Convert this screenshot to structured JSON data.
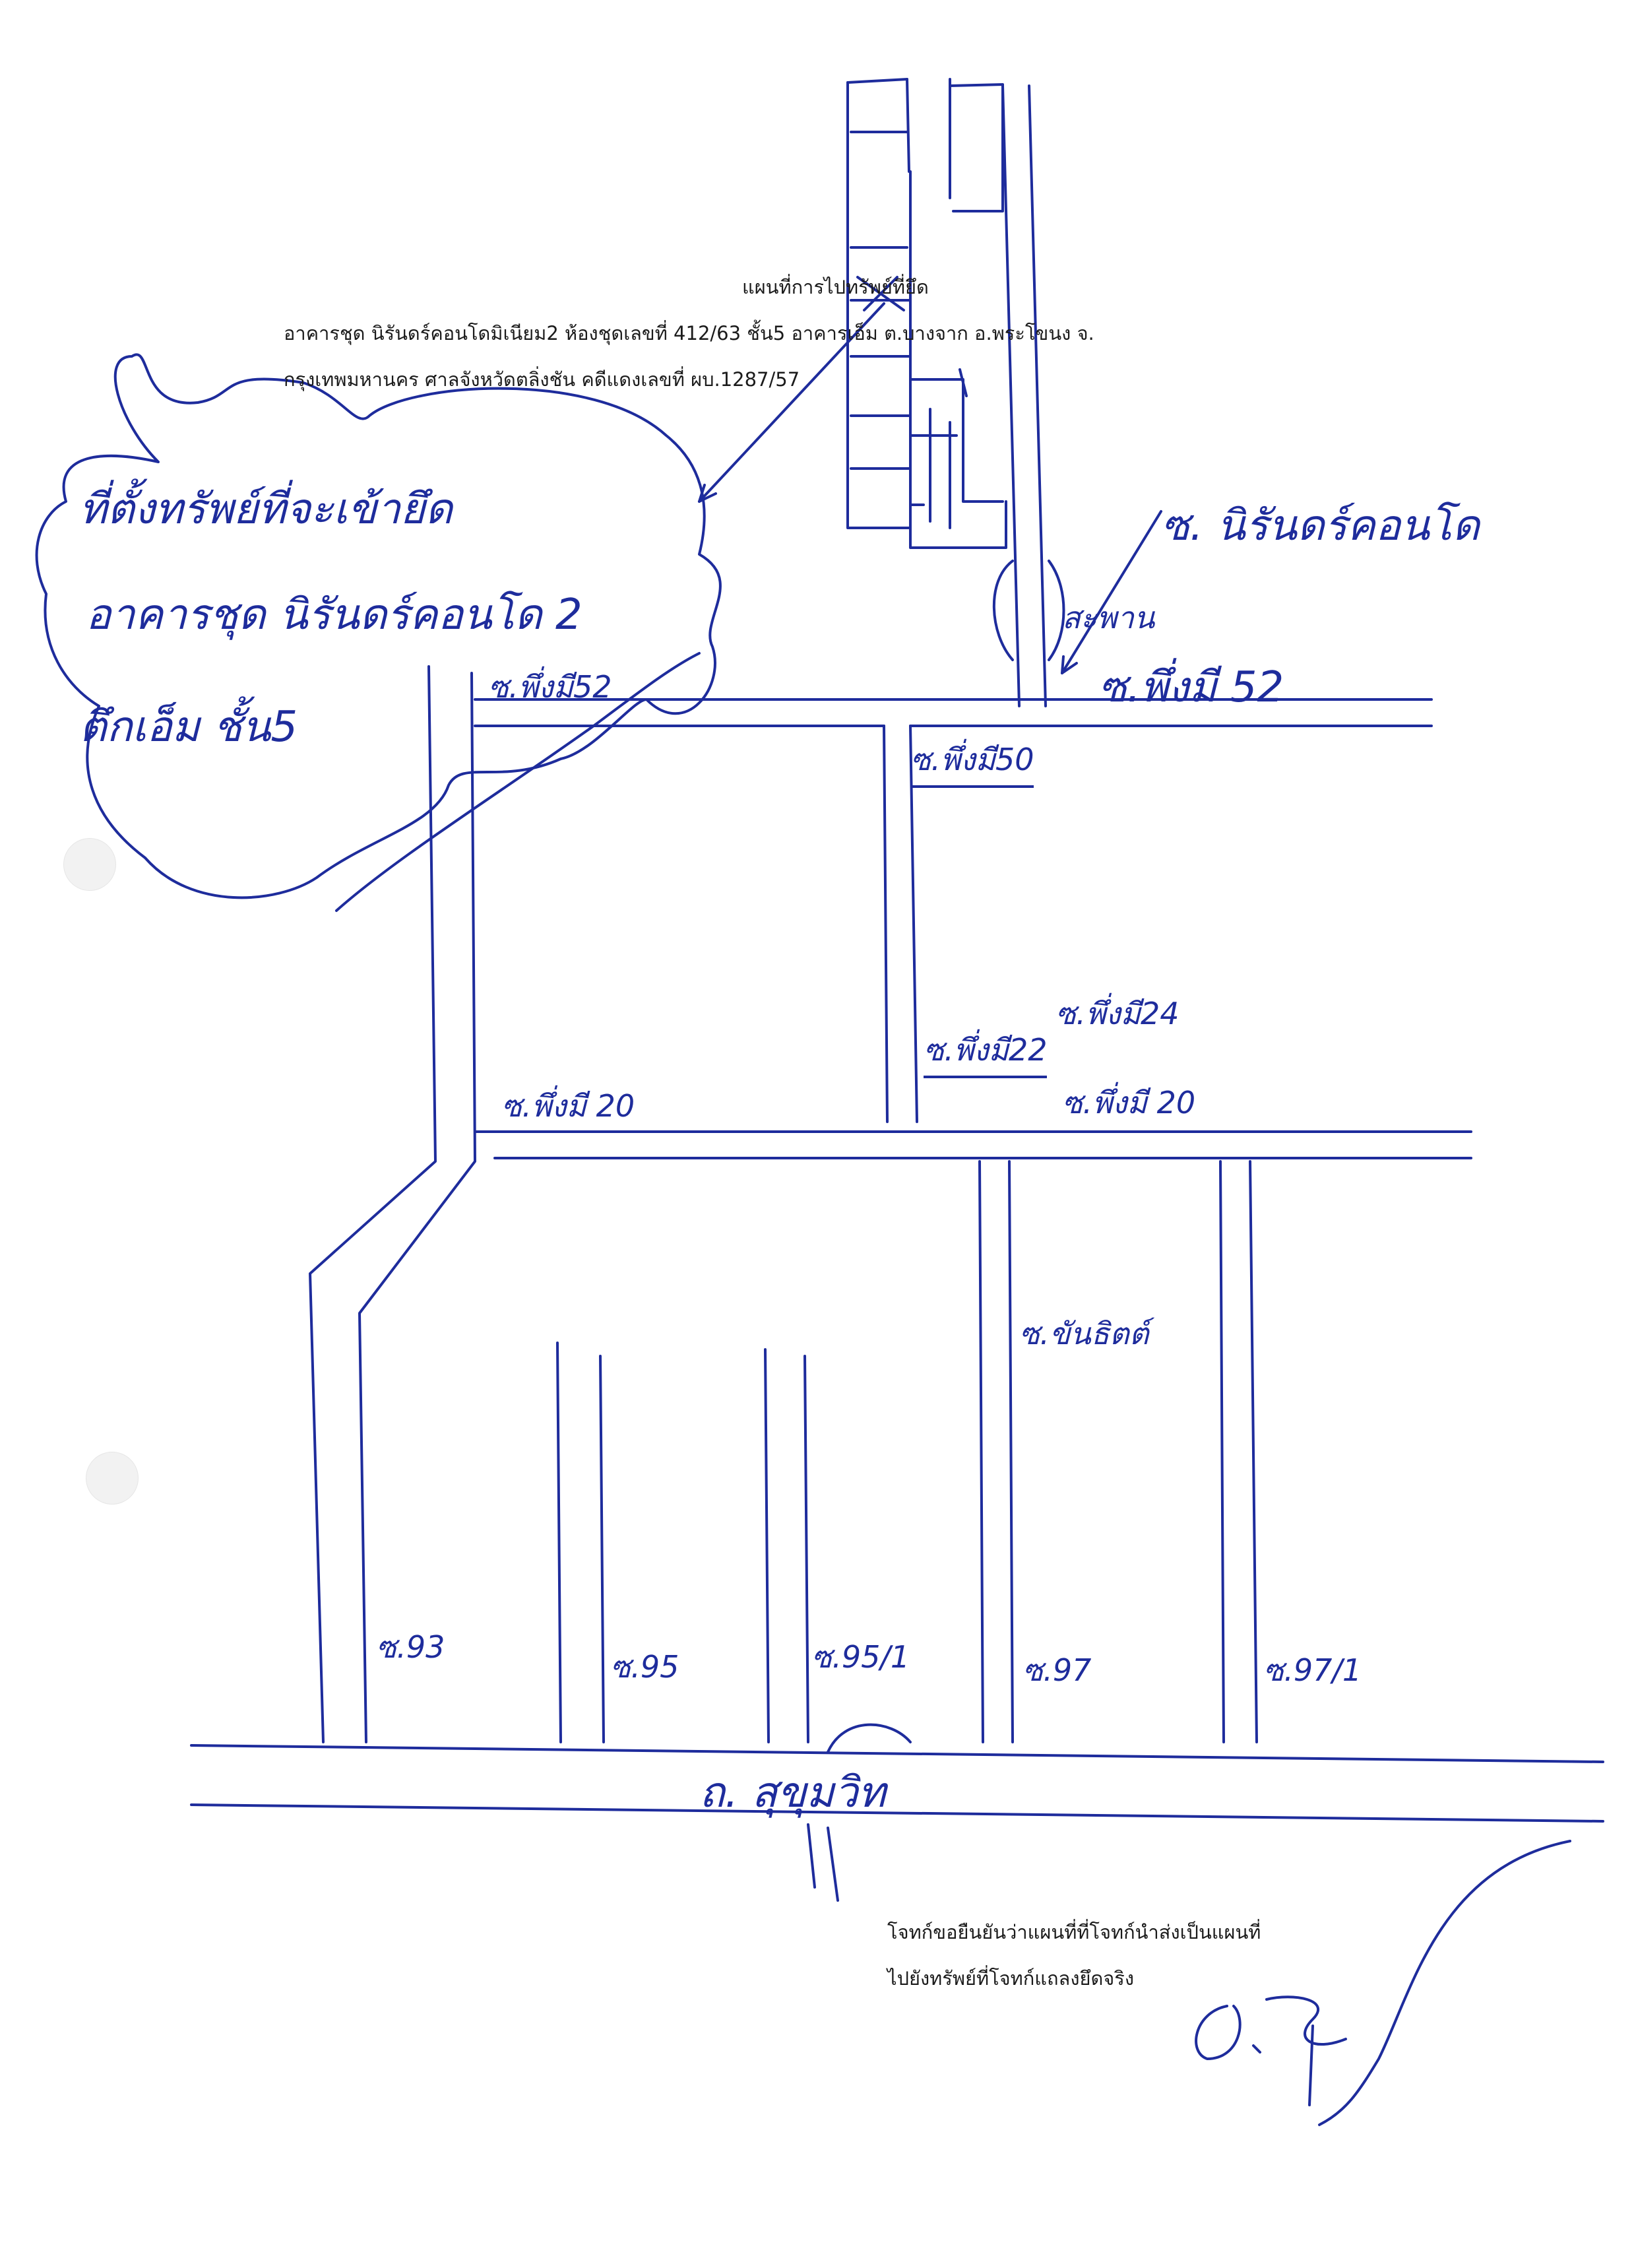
{
  "header": {
    "title": "แผนที่การไปทรัพย์ที่ยึด",
    "line1": "อาคารชุด นิรันดร์คอนโดมิเนียม2 ห้องชุดเลขที่ 412/63 ชั้น5 อาคารเอ็ม ต.บางจาก อ.พระโขนง จ.",
    "line2": "กรุงเทพมหานคร  ศาลจังหวัดตลิ่งชัน คดีแดงเลขที่  ผบ.1287/57"
  },
  "callout": {
    "line1": "ที่ตั้งทรัพย์ที่จะเข้ายึด",
    "line2": "อาคารชุด นิรันดร์คอนโด 2",
    "line3": "ตึกเอ็ม ชั้น5"
  },
  "labels": {
    "niran_condo": "ซ. นิรันดร์คอนโด",
    "bridge": "สะพาน",
    "punnawithi_52_right": "ซ.พึ่งมี 52",
    "punnawithi_52_left": "ซ.พึ่งมี52",
    "punnawithi_50": "ซ.พึ่งมี50",
    "punnawithi_24": "ซ.พึ่งมี24",
    "punnawithi_22": "ซ.พึ่งมี22",
    "punnawithi_20_left": "ซ.พึ่งมี 20",
    "punnawithi_20_right": "ซ.พึ่งมี 20",
    "sukchai": "ซ.ขันธิตต์",
    "soi_93": "ซ.93",
    "soi_95": "ซ.95",
    "soi_95_1": "ซ.95/1",
    "soi_97": "ซ.97",
    "soi_97_1": "ซ.97/1",
    "sukhumvit": "ถ. สุขุมวิท"
  },
  "footer": {
    "line1": "โจทก์ขอยืนยันว่าแผนที่ที่โจทก์นำส่งเป็นแผนที่",
    "line2": "ไปยังทรัพย์ที่โจทก์แถลงยึดจริง"
  },
  "signature": "signature",
  "colors": {
    "ink": "#1e2c9c",
    "print": "#1b1b1b",
    "paper": "#ffffff"
  }
}
